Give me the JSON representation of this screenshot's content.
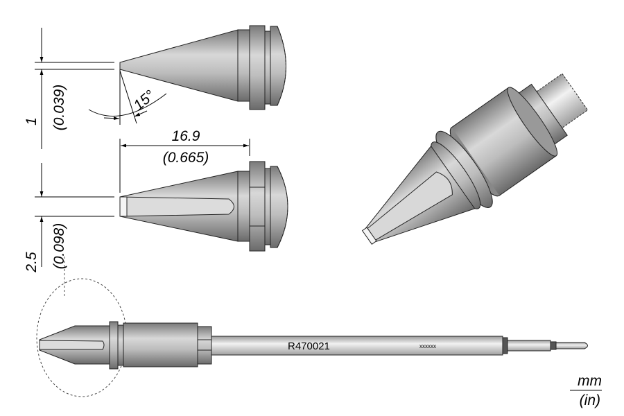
{
  "dimensions": {
    "tip_width": {
      "mm": "1",
      "in": "(0.039)"
    },
    "chisel_width": {
      "mm": "2.5",
      "in": "(0.098)"
    },
    "length": {
      "mm": "16.9",
      "in": "(0.665)"
    },
    "angle": "15°"
  },
  "part": {
    "number": "R470021",
    "code": "xxxxxx"
  },
  "units": {
    "primary": "mm",
    "secondary": "(in)"
  }
}
